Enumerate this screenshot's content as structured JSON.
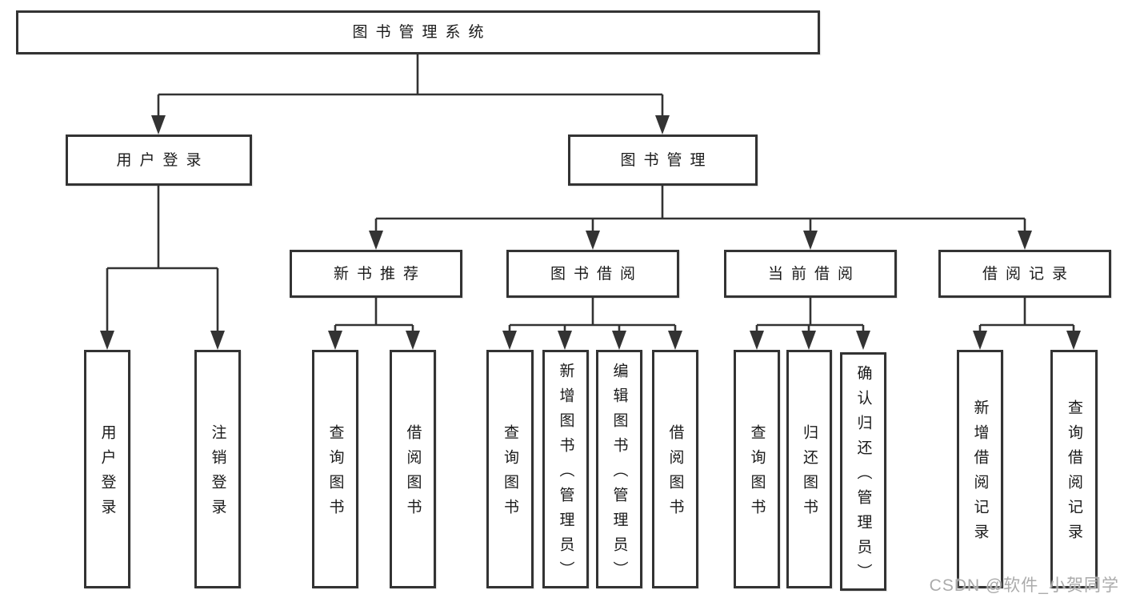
{
  "diagram_title": "图书管理系统",
  "tree": {
    "label": "图书管理系统",
    "children": [
      {
        "label": "用户登录",
        "children": [
          {
            "label": "用户登录"
          },
          {
            "label": "注销登录"
          }
        ]
      },
      {
        "label": "图书管理",
        "children": [
          {
            "label": "新书推荐",
            "children": [
              {
                "label": "查询图书"
              },
              {
                "label": "借阅图书"
              }
            ]
          },
          {
            "label": "图书借阅",
            "children": [
              {
                "label": "查询图书"
              },
              {
                "label": "新增图书（管理员）"
              },
              {
                "label": "编辑图书（管理员）"
              },
              {
                "label": "借阅图书"
              }
            ]
          },
          {
            "label": "当前借阅",
            "children": [
              {
                "label": "查询图书"
              },
              {
                "label": "归还图书"
              },
              {
                "label": "确认归还（管理员）"
              }
            ]
          },
          {
            "label": "借阅记录",
            "children": [
              {
                "label": "新增借阅记录"
              },
              {
                "label": "查询借阅记录"
              }
            ]
          }
        ]
      }
    ]
  },
  "watermark": "CSDN @软件_小贺同学",
  "colors": {
    "line": "#333333",
    "background": "#ffffff",
    "text": "#1a1a1a",
    "watermark": "#ababab"
  }
}
